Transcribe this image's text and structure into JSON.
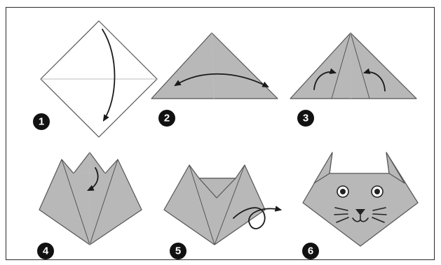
{
  "steps": [
    {
      "number": "1"
    },
    {
      "number": "2"
    },
    {
      "number": "3"
    },
    {
      "number": "4"
    },
    {
      "number": "5"
    },
    {
      "number": "6"
    }
  ],
  "colors": {
    "paper": "#b8b8b8",
    "outline": "#555555",
    "badge": "#111111",
    "arrow": "#1a1a1a"
  }
}
